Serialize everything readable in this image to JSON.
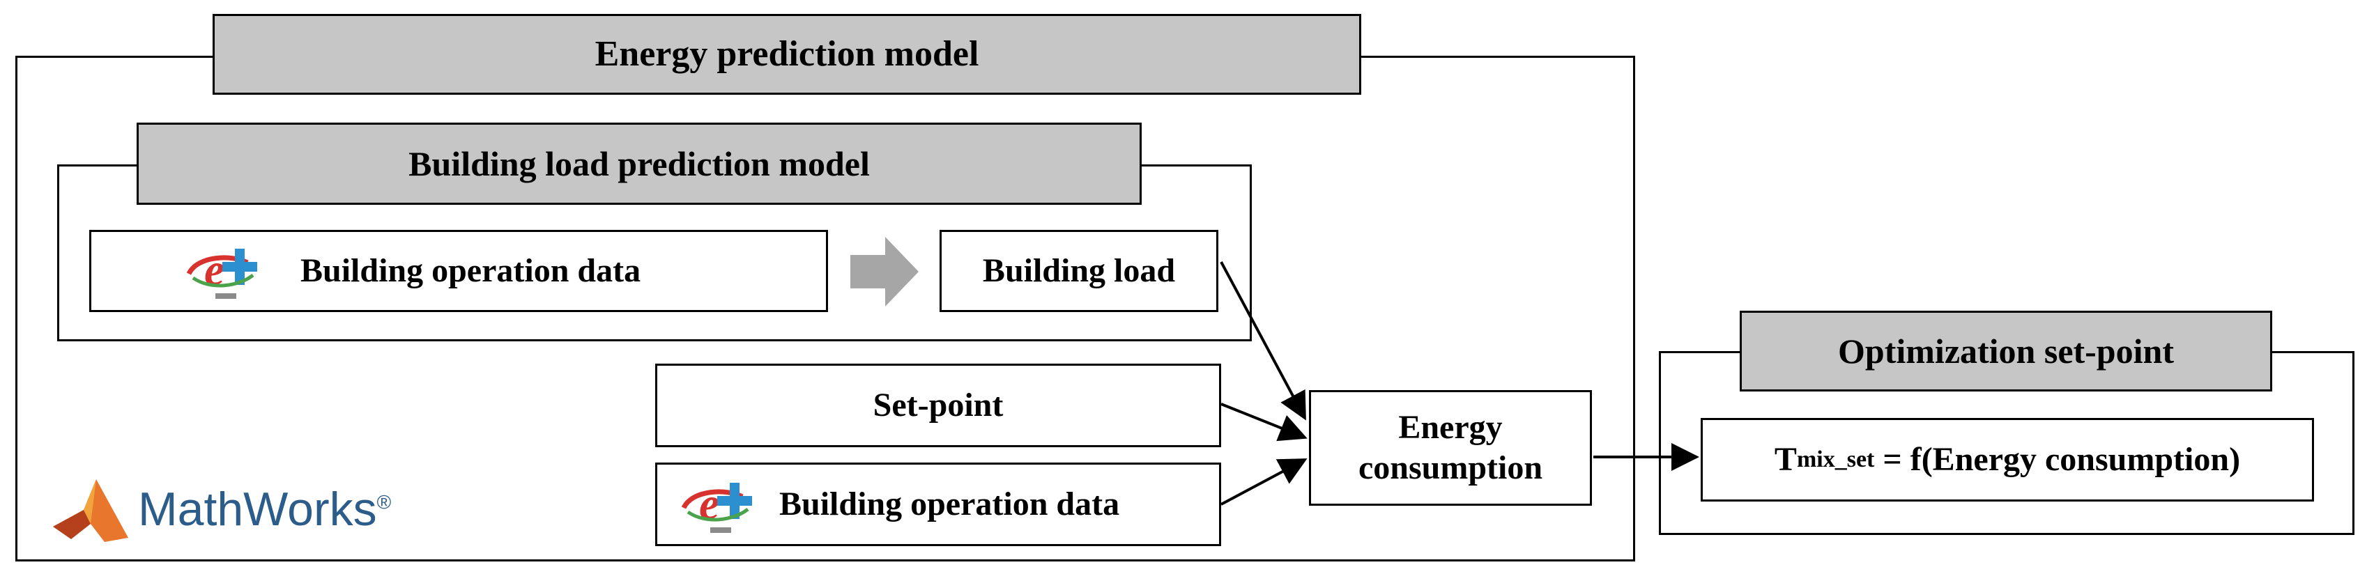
{
  "energy_model": {
    "title": "Energy prediction model"
  },
  "load_model": {
    "title": "Building load prediction model",
    "operation_data_label": "Building operation data",
    "building_load_label": "Building load"
  },
  "setpoint_label": "Set-point",
  "operation_data_label_2": "Building operation data",
  "energy_consumption_label": "Energy\nconsumption",
  "optimization": {
    "title": "Optimization set-point",
    "formula_var": "T",
    "formula_sub": "mix_set",
    "formula_rest": " = f(Energy consumption)"
  },
  "mathworks": {
    "name": "MathWorks",
    "mark": "®"
  },
  "colors": {
    "header_fill": "#c6c6c6",
    "arrow_gray": "#a6a6a6",
    "mathworks_blue": "#2b5c8a"
  }
}
